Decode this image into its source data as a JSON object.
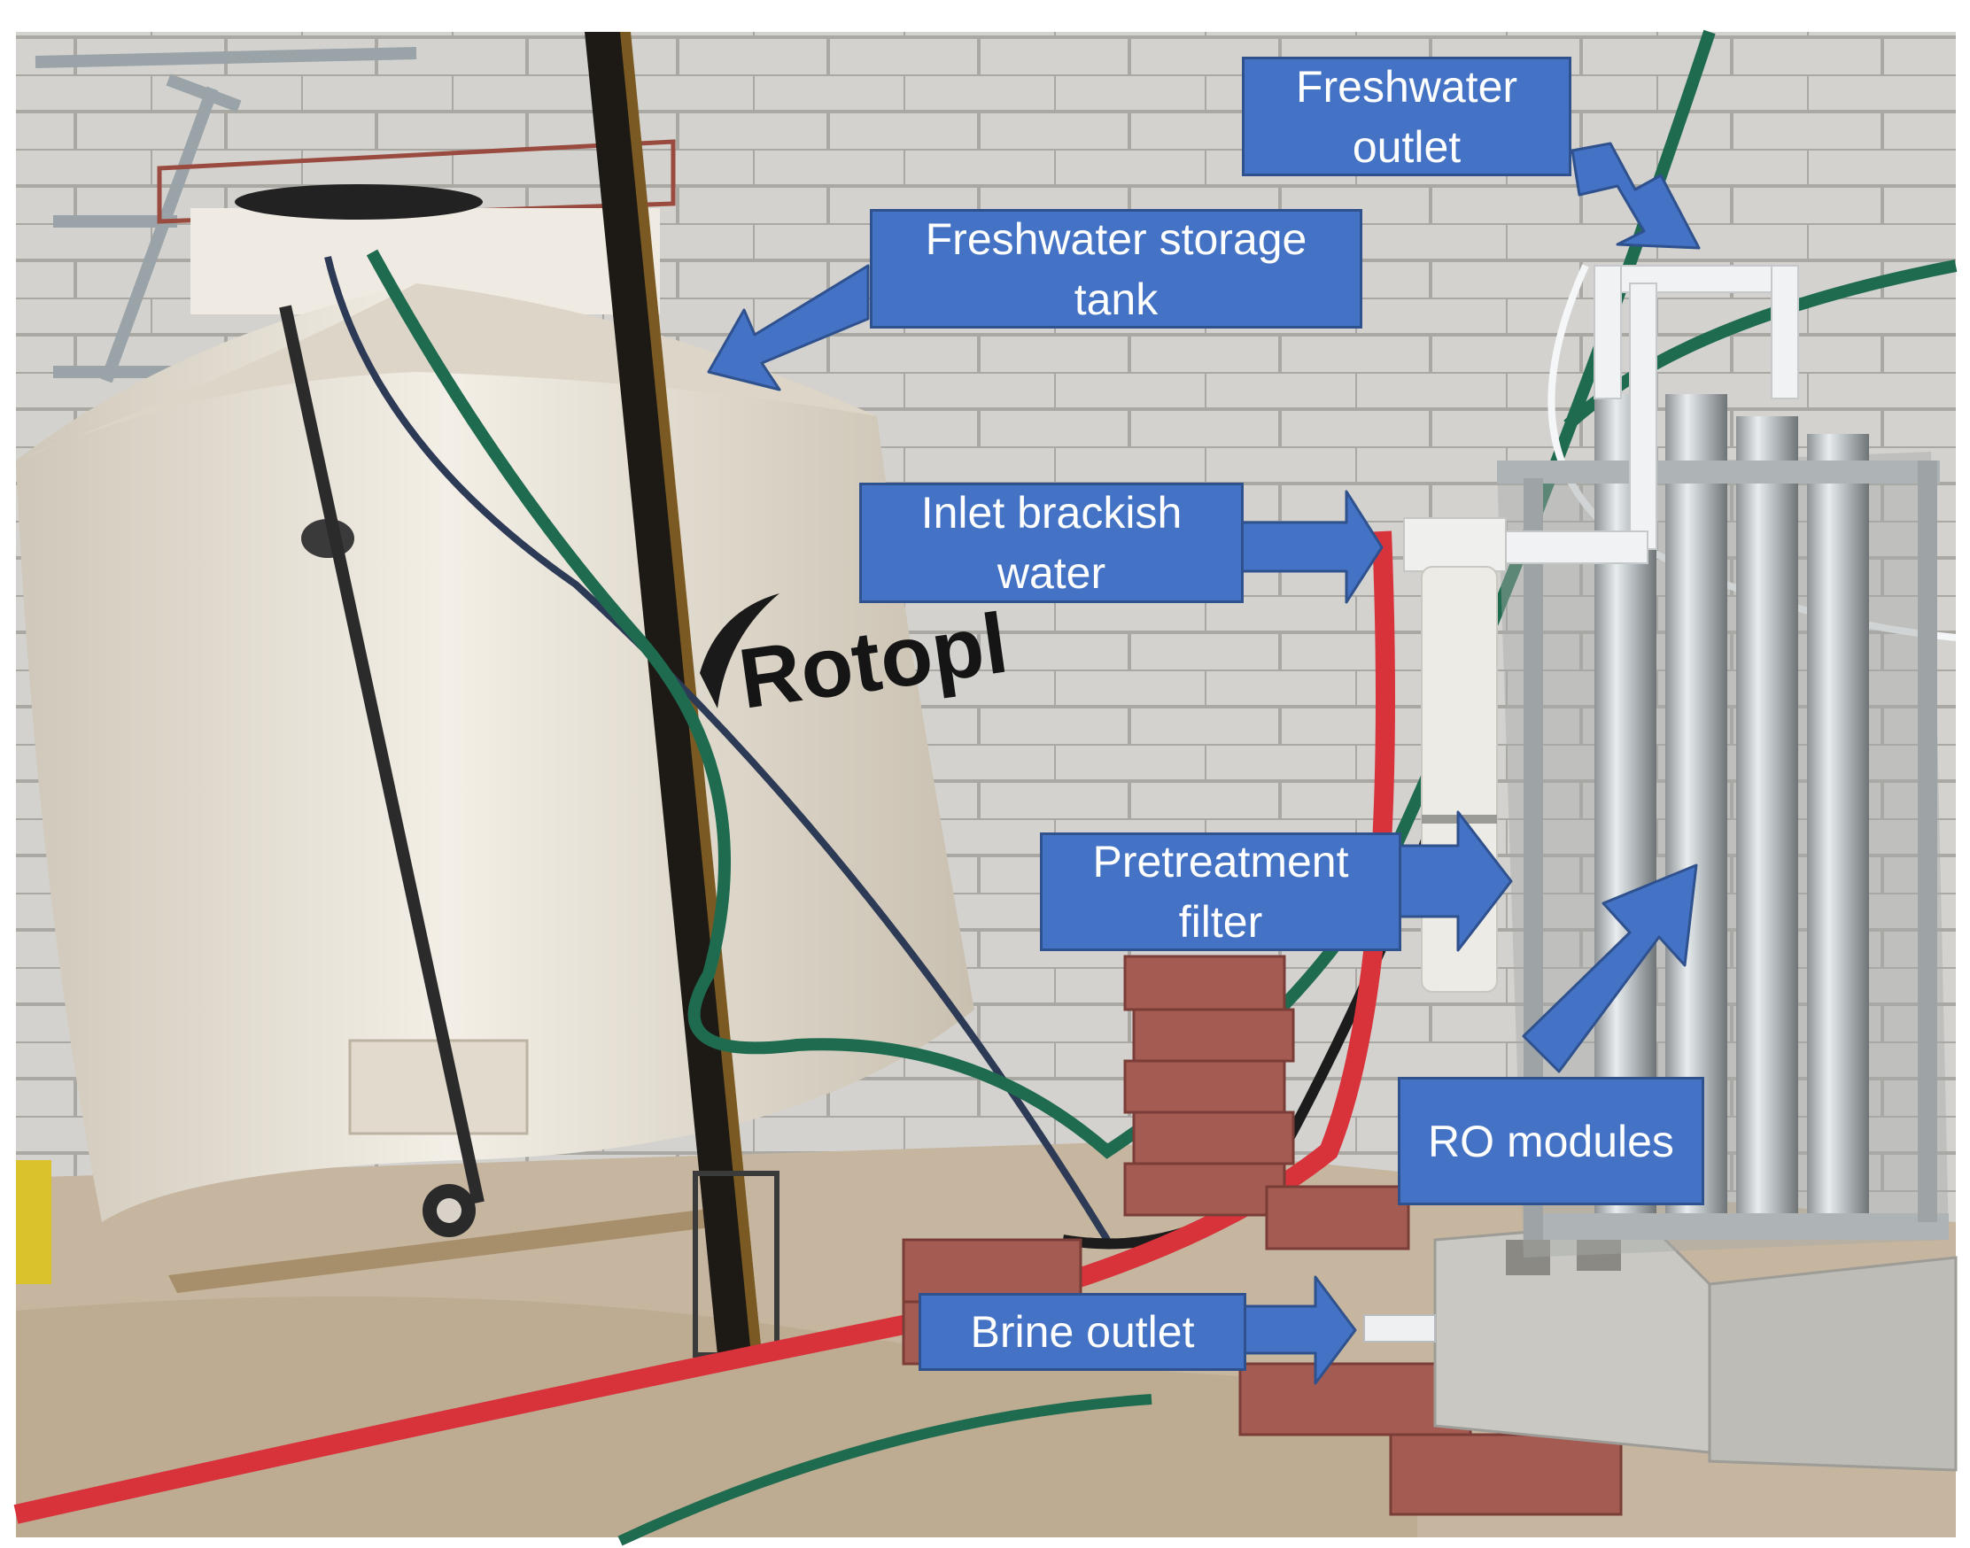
{
  "labels": {
    "freshwater_outlet": [
      "Freshwater",
      "outlet"
    ],
    "freshwater_storage_tank": [
      "Freshwater storage",
      "tank"
    ],
    "inlet_brackish_water": [
      "Inlet brackish",
      "water"
    ],
    "pretreatment_filter": [
      "Pretreatment",
      "filter"
    ],
    "ro_modules": [
      "RO modules"
    ],
    "brine_outlet": [
      "Brine outlet"
    ]
  },
  "tank_logo": "Rotopl",
  "colors": {
    "label_fill": "#4472c4",
    "label_border": "#2f528f",
    "label_text": "#ffffff",
    "wall": "#d4d3cf",
    "tank": "#e9e3d9",
    "ground": "#c7b7a2",
    "hose_red": "#d8323a",
    "hose_green": "#1f6b4f"
  }
}
